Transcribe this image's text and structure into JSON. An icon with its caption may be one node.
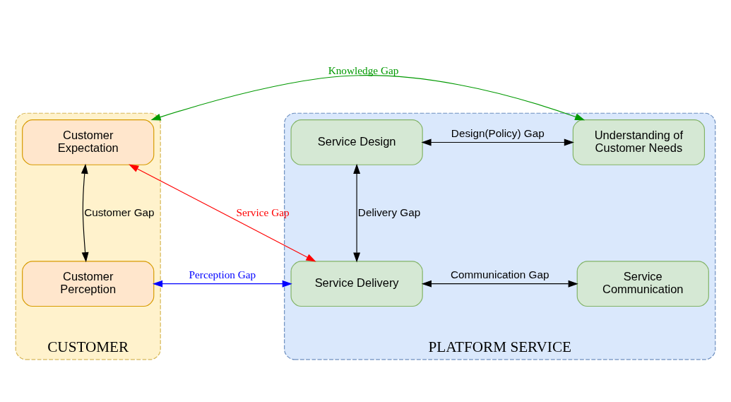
{
  "diagram": {
    "nodes": [
      {
        "text": [
          "CUSTOMER"
        ]
      },
      {
        "text": [
          "Customer Expectation"
        ],
        "in": 0
      },
      {
        "text": [
          "Customer Perception"
        ],
        "in": 0
      },
      {
        "text": [
          "PLATFORM SERVICE"
        ]
      },
      {
        "text": [
          "Service Design"
        ],
        "in": 3
      },
      {
        "text": [
          "Understanding of Customer Needs"
        ],
        "in": 3
      },
      {
        "text": [
          "Service Delivery"
        ],
        "in": 3
      },
      {
        "text": [
          "Service Communication"
        ],
        "in": 3
      }
    ],
    "edges": [
      {
        "from": 1,
        "to": 5,
        "arrow": "both",
        "label": "Knowledge Gap",
        "color": "#009900"
      },
      {
        "from": 1,
        "to": 2,
        "arrow": "both",
        "label": "Customer Gap"
      },
      {
        "from": 1,
        "to": 6,
        "arrow": "both",
        "label": "Service Gap",
        "color": "#ff0000"
      },
      {
        "from": 2,
        "to": 6,
        "arrow": "both",
        "label": "Perception Gap",
        "color": "#0000ff"
      },
      {
        "from": 4,
        "to": 6,
        "arrow": "both",
        "label": "Delivery Gap"
      },
      {
        "from": 4,
        "to": 5,
        "arrow": "both",
        "label": "Design(Policy) Gap"
      },
      {
        "from": 6,
        "to": 7,
        "arrow": "both",
        "label": "Communication Gap"
      }
    ]
  }
}
